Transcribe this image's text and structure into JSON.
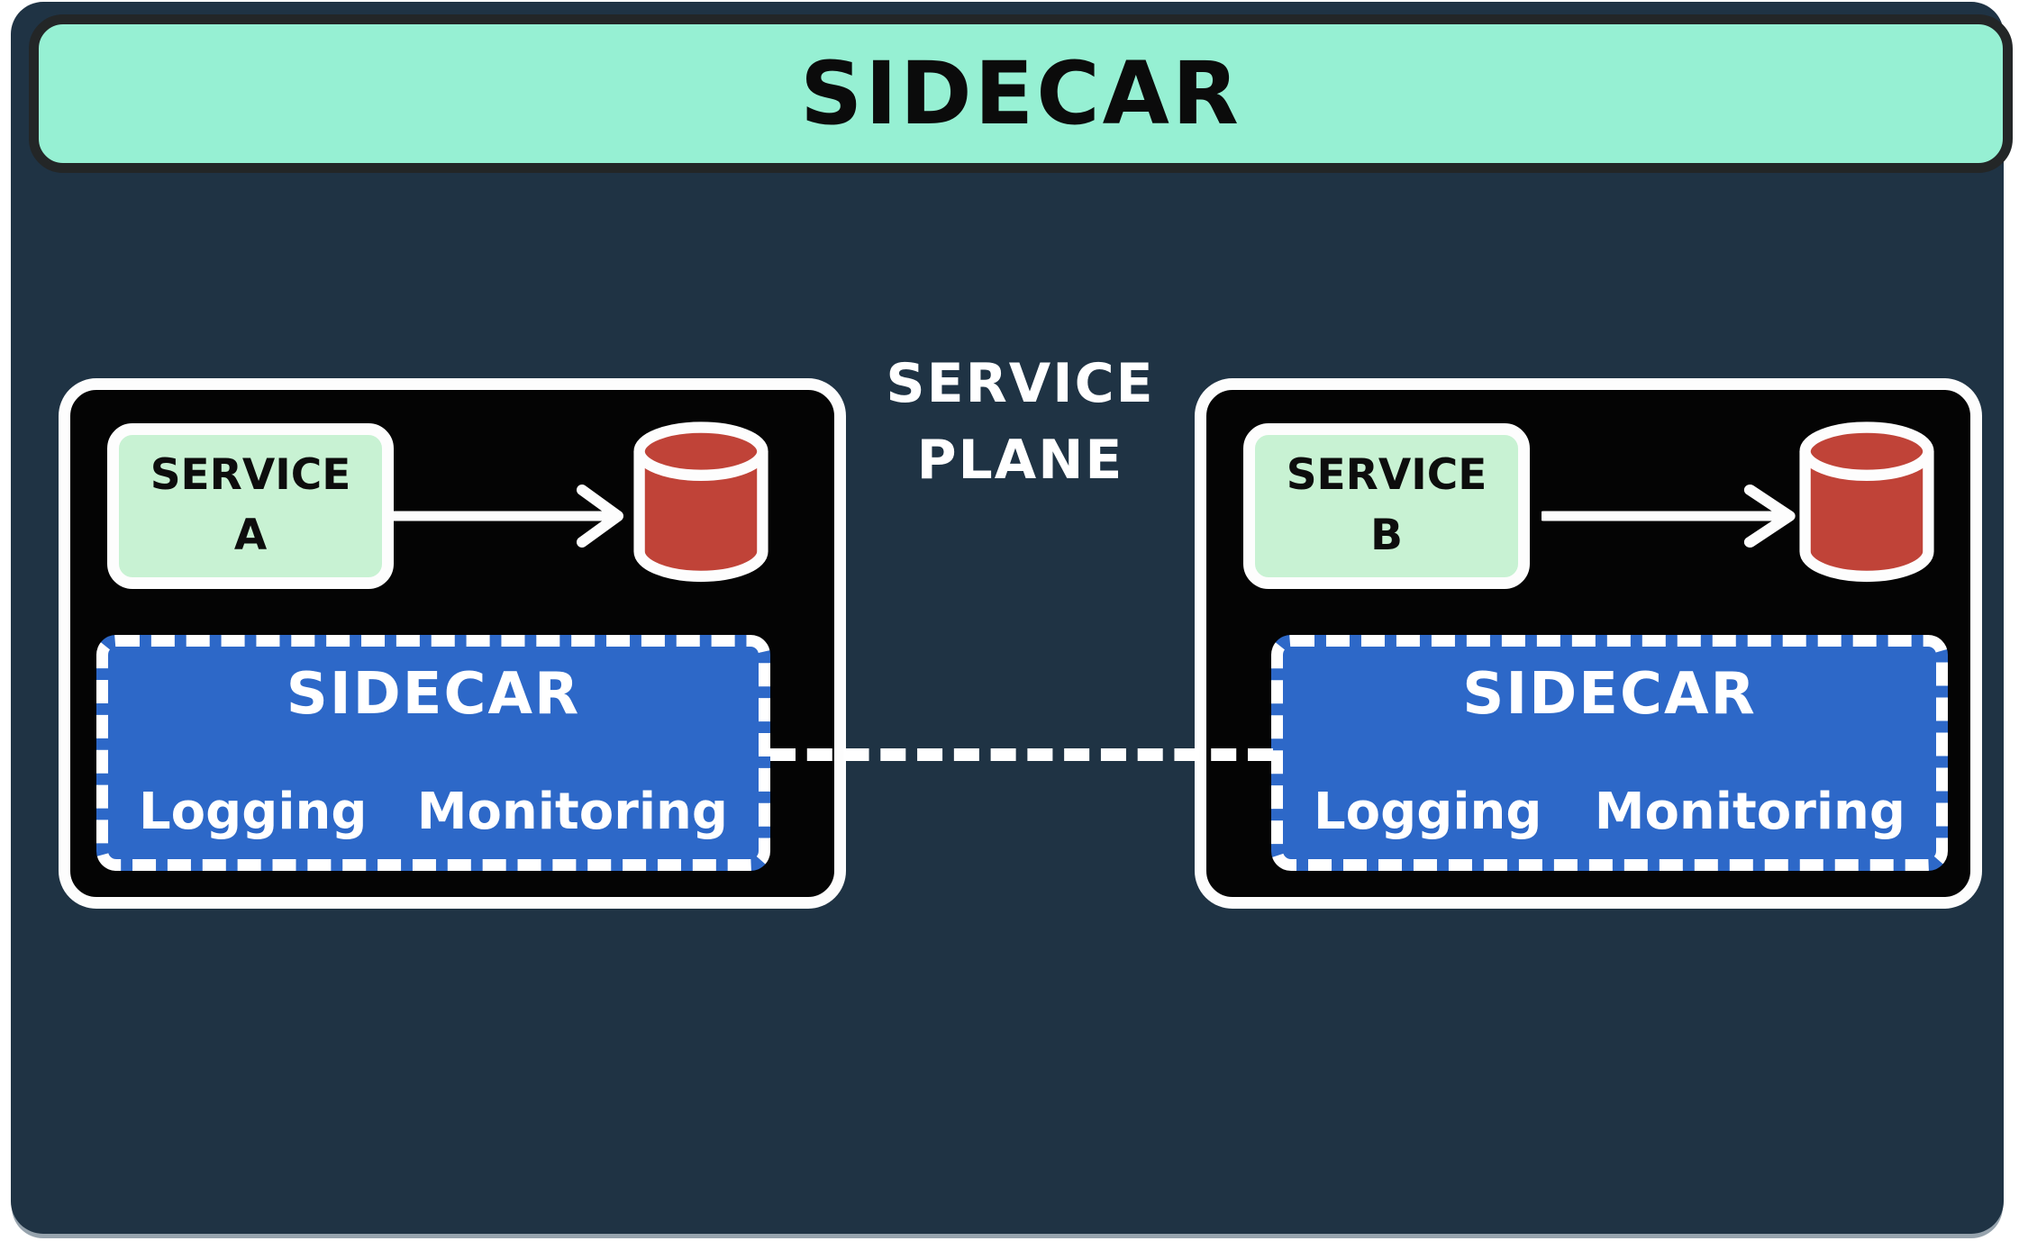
{
  "header": {
    "title": "SIDECAR"
  },
  "plane_label": {
    "line1": "SERVICE",
    "line2": "PLANE"
  },
  "groups": [
    {
      "service": {
        "line1": "SERVICE",
        "line2": "A"
      },
      "sidecar": {
        "title": "SIDECAR",
        "features": [
          "Logging",
          "Monitoring"
        ]
      }
    },
    {
      "service": {
        "line1": "SERVICE",
        "line2": "B"
      },
      "sidecar": {
        "title": "SIDECAR",
        "features": [
          "Logging",
          "Monitoring"
        ]
      }
    }
  ],
  "icons": {
    "database": "database-cylinder-icon",
    "arrow": "arrow-right-icon"
  },
  "colors": {
    "page_background": "#ffffff",
    "card_background": "#1f3344",
    "header_background": "#96f0d3",
    "header_border": "#232627",
    "group_background": "#040404",
    "service_box_background": "#c8f2d3",
    "sidecar_background": "#2d68c8",
    "database_red": "#c04338",
    "outline_white": "#fdfdfd",
    "text_dark": "#0b0b0b",
    "text_light": "#ffffff"
  }
}
